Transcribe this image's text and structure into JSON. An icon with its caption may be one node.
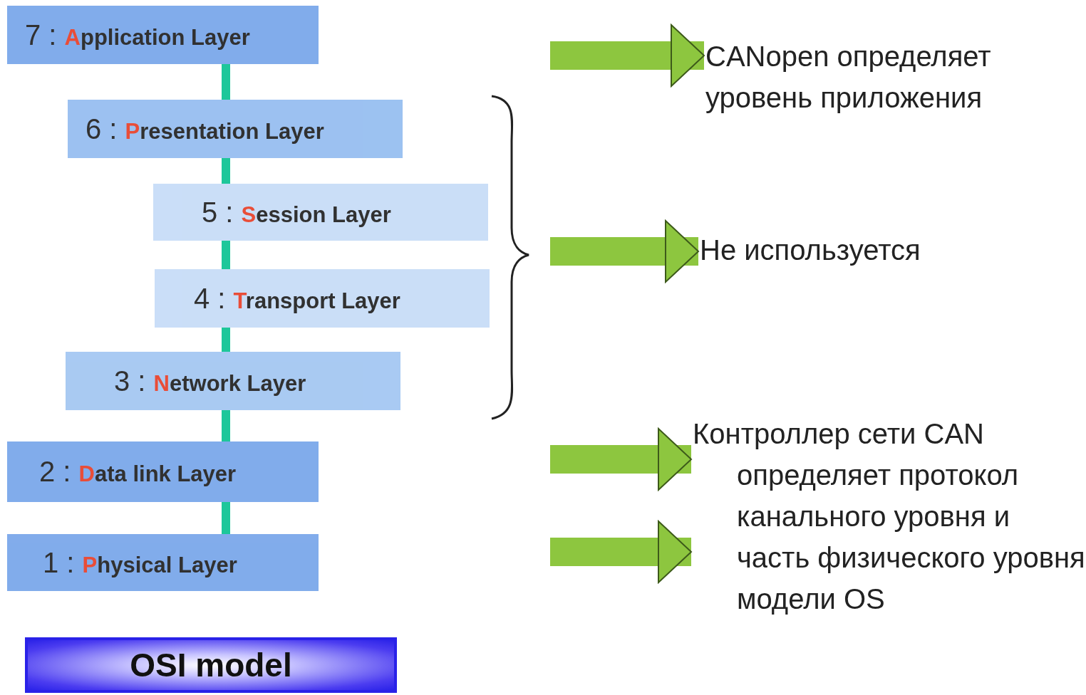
{
  "diagram": {
    "nodes": [
      {
        "text": [
          "7 : Application Layer"
        ]
      },
      {
        "text": [
          "6 : Presentation Layer"
        ]
      },
      {
        "text": [
          "5 : Session Layer"
        ]
      },
      {
        "text": [
          "4 : Transport Layer"
        ]
      },
      {
        "text": [
          "3 : Network Layer"
        ]
      },
      {
        "text": [
          "2 : Data link Layer"
        ]
      },
      {
        "text": [
          "1 : Physical Layer"
        ]
      },
      {
        "text": [
          "OSI model"
        ]
      },
      {
        "text": [
          "CANopen определяет уровень приложения"
        ]
      },
      {
        "text": [
          "Не используется"
        ]
      },
      {
        "text": [
          "Контроллер сети CAN определяет протокол канального уровня и часть физического уровня модели OS"
        ]
      }
    ],
    "edges": [
      {
        "from": 0,
        "to": 1,
        "arrow": "none",
        "color": "#1ec79a"
      },
      {
        "from": 1,
        "to": 2,
        "arrow": "none",
        "color": "#1ec79a"
      },
      {
        "from": 2,
        "to": 3,
        "arrow": "none",
        "color": "#1ec79a"
      },
      {
        "from": 3,
        "to": 4,
        "arrow": "none",
        "color": "#1ec79a"
      },
      {
        "from": 4,
        "to": 5,
        "arrow": "none",
        "color": "#1ec79a"
      },
      {
        "from": 5,
        "to": 6,
        "arrow": "none",
        "color": "#1ec79a"
      },
      {
        "from": null,
        "to": 8,
        "arrow": "to",
        "style": "thick",
        "color": "#8dc63f"
      },
      {
        "from": null,
        "to": 9,
        "arrow": "to",
        "style": "thick",
        "color": "#8dc63f"
      },
      {
        "from": null,
        "to": 10,
        "arrow": "to",
        "style": "thick",
        "color": "#8dc63f"
      },
      {
        "from": null,
        "to": 10,
        "arrow": "to",
        "style": "thick",
        "color": "#8dc63f"
      }
    ]
  }
}
